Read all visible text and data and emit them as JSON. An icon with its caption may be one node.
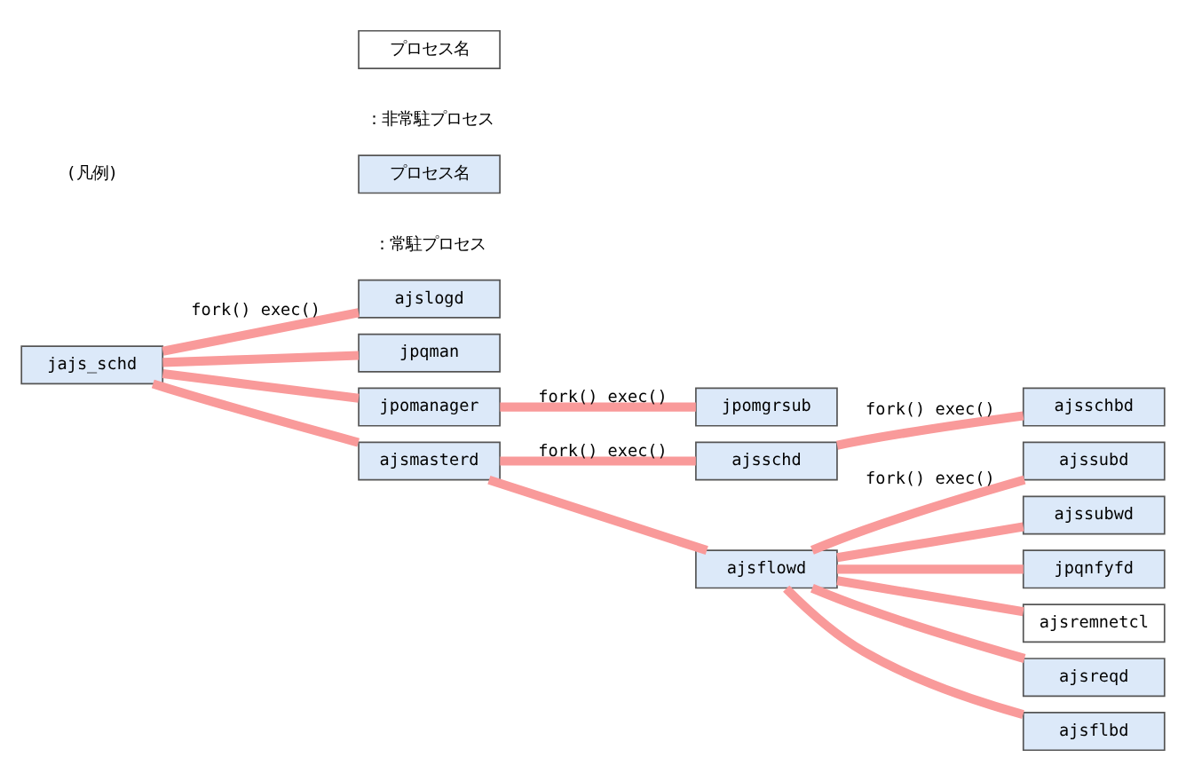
{
  "diagram": {
    "nodes": [
      {
        "text": [
          "jajs_schd"
        ]
      },
      {
        "text": [
          "ajslogd"
        ]
      },
      {
        "text": [
          "jpqman"
        ]
      },
      {
        "text": [
          "jpomanager"
        ]
      },
      {
        "text": [
          "jpomgrsub"
        ]
      },
      {
        "text": [
          "ajsmasterd"
        ]
      },
      {
        "text": [
          "ajsschd"
        ]
      },
      {
        "text": [
          "ajsschbd"
        ]
      },
      {
        "text": [
          "ajsflowd"
        ]
      },
      {
        "text": [
          "ajssubd"
        ]
      },
      {
        "text": [
          "ajssubwd"
        ]
      },
      {
        "text": [
          "jpqnfyfd"
        ]
      },
      {
        "text": [
          "ajsremnetcl"
        ]
      },
      {
        "text": [
          "ajsreqd"
        ]
      },
      {
        "text": [
          "ajsflbd"
        ]
      },
      {
        "text": [
          "プロセス名"
        ],
        "beside": [
          "：常駐プロセス"
        ]
      },
      {
        "text": [
          "プロセス名"
        ],
        "beside": [
          "：非常駐プロセス"
        ]
      }
    ],
    "edges": [
      {
        "from": 0,
        "to": 1,
        "arrow": "none",
        "label": "fork() exec()"
      },
      {
        "from": 0,
        "to": 2,
        "arrow": "none"
      },
      {
        "from": 0,
        "to": 3,
        "arrow": "none"
      },
      {
        "from": 0,
        "to": 5,
        "arrow": "none"
      },
      {
        "from": 3,
        "to": 4,
        "arrow": "none",
        "label": "fork() exec()"
      },
      {
        "from": 5,
        "to": 6,
        "arrow": "none",
        "label": "fork() exec()"
      },
      {
        "from": 5,
        "to": 8,
        "arrow": "none"
      },
      {
        "from": 6,
        "to": 7,
        "arrow": "none",
        "label": "fork() exec()"
      },
      {
        "from": 8,
        "to": 9,
        "arrow": "none",
        "label": "fork() exec()"
      },
      {
        "from": 8,
        "to": 10,
        "arrow": "none"
      },
      {
        "from": 8,
        "to": 11,
        "arrow": "none"
      },
      {
        "from": 8,
        "to": 12,
        "arrow": "none"
      },
      {
        "from": 8,
        "to": 13,
        "arrow": "none"
      },
      {
        "from": 8,
        "to": 14,
        "arrow": "none"
      }
    ],
    "labels": [
      "(凡例)"
    ]
  }
}
